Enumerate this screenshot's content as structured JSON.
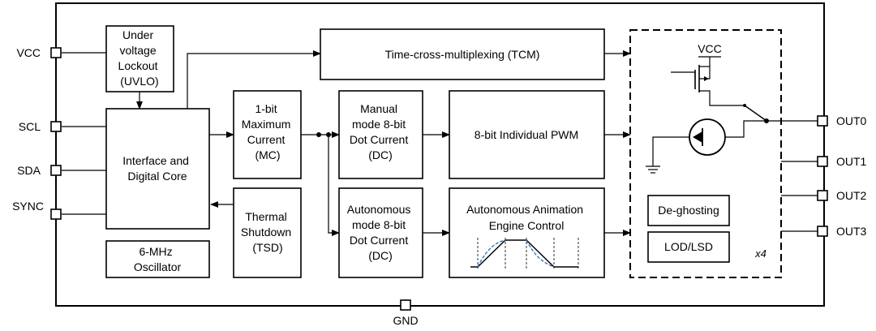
{
  "pins": {
    "vcc": "VCC",
    "scl": "SCL",
    "sda": "SDA",
    "sync": "SYNC",
    "gnd": "GND",
    "out0": "OUT0",
    "out1": "OUT1",
    "out2": "OUT2",
    "out3": "OUT3"
  },
  "blocks": {
    "uvlo": [
      "Under",
      "voltage",
      "Lockout",
      "(UVLO)"
    ],
    "core": [
      "Interface and",
      "Digital Core"
    ],
    "osc": [
      "6-MHz",
      "Oscillator"
    ],
    "mc": [
      "1-bit",
      "Maximum",
      "Current",
      "(MC)"
    ],
    "tsd": [
      "Thermal",
      "Shutdown",
      "(TSD)"
    ],
    "tcm": "Time-cross-multiplexing (TCM)",
    "manual_dc": [
      "Manual",
      "mode 8-bit",
      "Dot Current",
      "(DC)"
    ],
    "auto_dc": [
      "Autonomous",
      "mode 8-bit",
      "Dot Current",
      "(DC)"
    ],
    "pwm": "8-bit Individual PWM",
    "anim": [
      "Autonomous Animation",
      "Engine Control"
    ],
    "deghost": "De-ghosting",
    "lodlsd": "LOD/LSD"
  },
  "channel": {
    "vcc": "VCC",
    "multiplier": "x4"
  }
}
